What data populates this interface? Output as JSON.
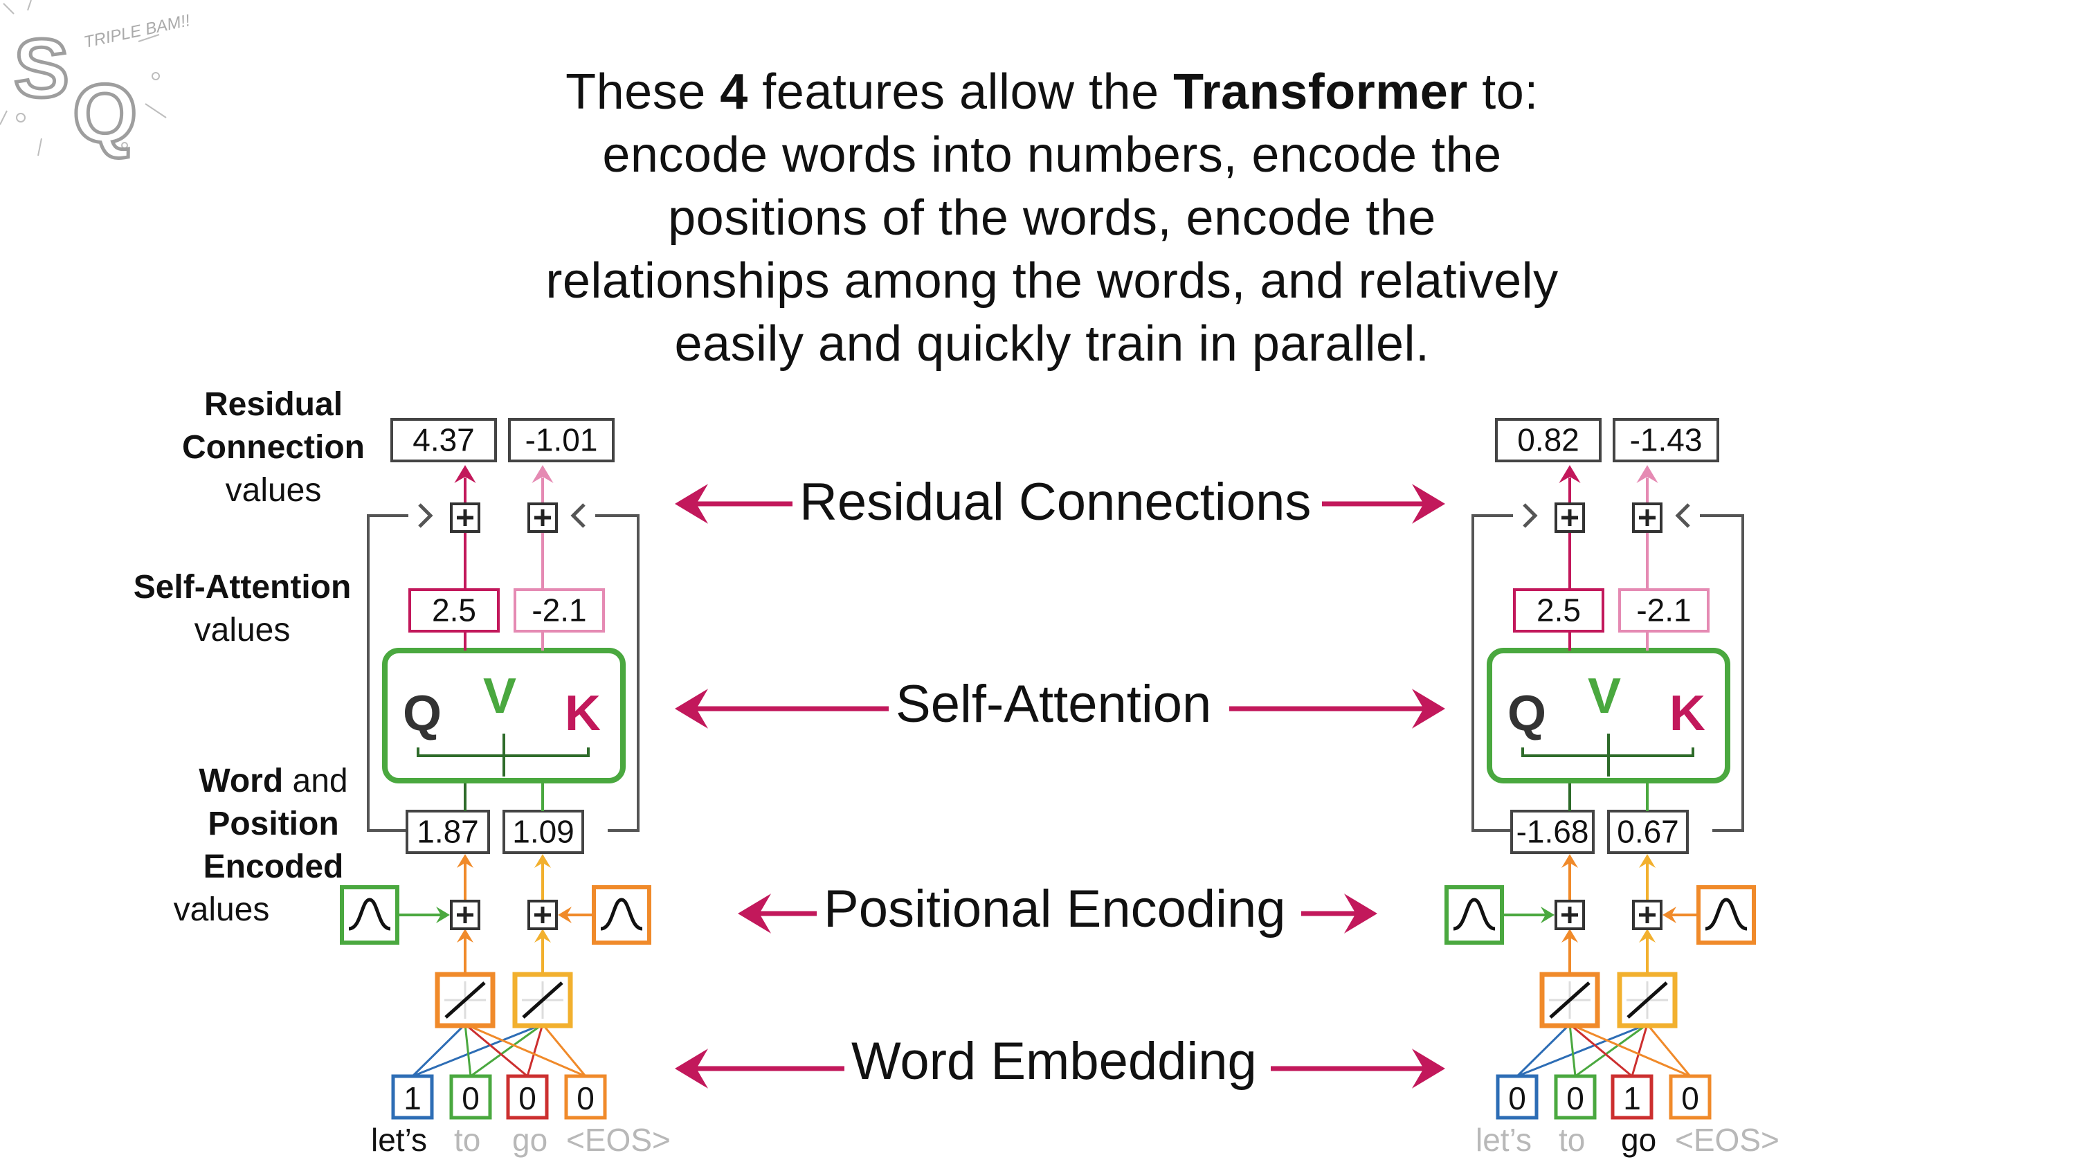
{
  "title": {
    "line1_pre": "These ",
    "line1_num": "4",
    "line1_mid": " features allow the ",
    "line1_bold": "Transformer",
    "line1_post": " to:",
    "line2": "encode words into numbers, encode the",
    "line3": "positions of the words, encode the",
    "line4": "relationships among the words, and relatively",
    "line5": "easily and quickly train in parallel."
  },
  "logo": {
    "letters": "SQ",
    "text": "TRIPLE BAM!!"
  },
  "side_labels": {
    "residual": {
      "l1": "Residual",
      "l2": "Connection",
      "l3": "values"
    },
    "self_attention": {
      "l1": "Self-Attention",
      "l2": "values"
    },
    "word_position": {
      "l1a": "Word",
      "l1b": " and",
      "l2": "Position",
      "l3": "Encoded",
      "l4": "values"
    }
  },
  "center_labels": {
    "residual": "Residual Connections",
    "self_attention": "Self-Attention",
    "positional": "Positional Encoding",
    "embedding": "Word Embedding"
  },
  "attention_letters": {
    "q": "Q",
    "v": "V",
    "k": "K"
  },
  "left_column": {
    "residual_values": [
      "4.37",
      "-1.01"
    ],
    "attention_values": [
      "2.5",
      "-2.1"
    ],
    "encoded_values": [
      "1.87",
      "1.09"
    ],
    "one_hot": [
      "1",
      "0",
      "0",
      "0"
    ],
    "tokens": [
      "let’s",
      "to",
      "go",
      "<EOS>"
    ],
    "active_token": 0
  },
  "right_column": {
    "residual_values": [
      "0.82",
      "-1.43"
    ],
    "attention_values": [
      "2.5",
      "-2.1"
    ],
    "encoded_values": [
      "-1.68",
      "0.67"
    ],
    "one_hot": [
      "0",
      "0",
      "1",
      "0"
    ],
    "tokens": [
      "let’s",
      "to",
      "go",
      "<EOS>"
    ],
    "active_token": 2
  },
  "colors": {
    "magenta": "#c2185b",
    "pink": "#e58ab3",
    "green": "#4aa83f",
    "orange": "#f08a2a",
    "yellow_orange": "#f2b02e",
    "blue": "#2d6db5",
    "red": "#cc2f2f",
    "gray": "#555555",
    "muted_text": "#b8b8b8"
  }
}
